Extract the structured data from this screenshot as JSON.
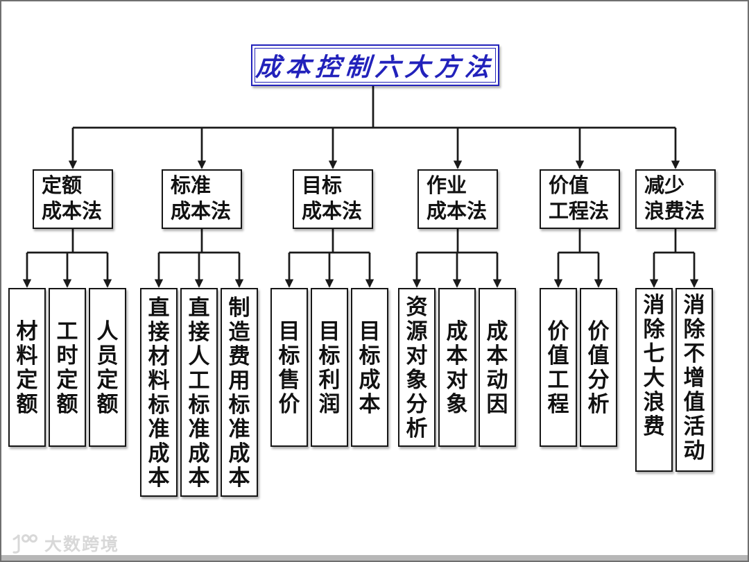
{
  "title": {
    "text": "成本控制六大方法",
    "color": "#2222bb"
  },
  "tree": {
    "groups": [
      {
        "line1": "定额",
        "line2": "成本法",
        "children": [
          "材料定额",
          "工时定额",
          "人员定额"
        ]
      },
      {
        "line1": "标准",
        "line2": "成本法",
        "children": [
          "直接材料标准成本",
          "直接人工标准成本",
          "制造费用标准成本"
        ]
      },
      {
        "line1": "目标",
        "line2": "成本法",
        "children": [
          "目标售价",
          "目标利润",
          "目标成本"
        ]
      },
      {
        "line1": "作业",
        "line2": "成本法",
        "children": [
          "资源对象分析",
          "成本对象",
          "成本动因"
        ]
      },
      {
        "line1": "价值",
        "line2": "工程法",
        "children": [
          "价值工程",
          "价值分析"
        ]
      },
      {
        "line1": "减少",
        "line2": "浪费法",
        "children": [
          "消除七大浪费",
          "消除不增值活动"
        ]
      }
    ]
  },
  "colors": {
    "line": "#1a1a1a",
    "accent_blue": "#2222bb",
    "bottom_bar": "#b7b7b7"
  },
  "watermark": {
    "logo": "100-logo",
    "text": "大数跨境"
  }
}
